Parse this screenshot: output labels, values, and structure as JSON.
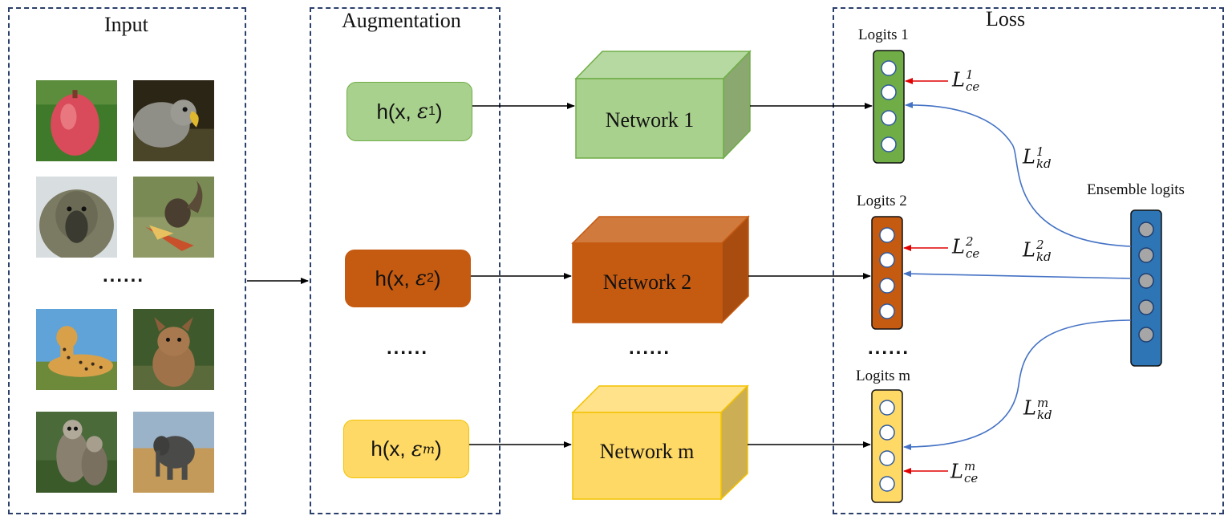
{
  "panels": {
    "input_title": "Input",
    "augmentation_title": "Augmentation",
    "loss_title": "Loss"
  },
  "input": {
    "images": [
      "pomegranate",
      "parrot",
      "baboon",
      "squirrel",
      "cheetah",
      "terrier",
      "lemurs",
      "elephant"
    ],
    "ellipsis": "......"
  },
  "augmentations": [
    {
      "prefix": "h(x, ",
      "eps": "ε",
      "sub": "1",
      "suffix": ")",
      "color": "#a9d18e"
    },
    {
      "prefix": "h(x, ",
      "eps": "ε",
      "sub": "2",
      "suffix": ")",
      "color": "#c55a11"
    },
    {
      "prefix": "h(x, ",
      "eps": "ε",
      "sub": "m",
      "suffix": ")",
      "color": "#ffd966"
    }
  ],
  "aug_ellipsis": "......",
  "networks": [
    {
      "label": "Network 1",
      "color": "#a9d18e"
    },
    {
      "label": "Network 2",
      "color": "#c55a11"
    },
    {
      "label": "Network m",
      "color": "#ffd966"
    }
  ],
  "net_ellipsis": "......",
  "logits": [
    {
      "title": "Logits 1",
      "color": "#70ad47"
    },
    {
      "title": "Logits 2",
      "color": "#c55a11"
    },
    {
      "title": "Logits m",
      "color": "#ffd966"
    }
  ],
  "logit_ellipsis": "......",
  "ensemble": {
    "title": "Ensemble logits",
    "color": "#2e75b6"
  },
  "losses": {
    "ce": [
      {
        "base": "L",
        "sup": "1",
        "sub": "ce"
      },
      {
        "base": "L",
        "sup": "2",
        "sub": "ce"
      },
      {
        "base": "L",
        "sup": "m",
        "sub": "ce"
      }
    ],
    "kd": [
      {
        "base": "L",
        "sup": "1",
        "sub": "kd"
      },
      {
        "base": "L",
        "sup": "2",
        "sub": "kd"
      },
      {
        "base": "L",
        "sup": "m",
        "sub": "kd"
      }
    ]
  },
  "colors": {
    "ce_arrow": "#e00000",
    "kd_arrow": "#4472c4",
    "border": "#2b3f6b"
  }
}
